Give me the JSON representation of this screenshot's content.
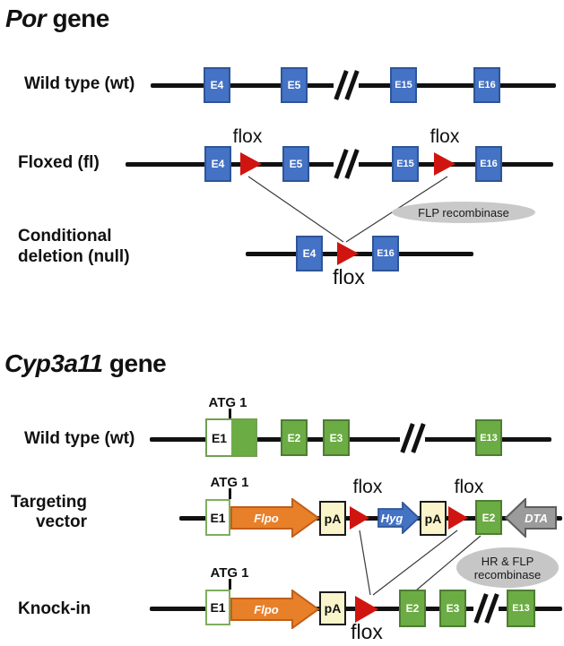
{
  "colors": {
    "exon_blue": "#4472c4",
    "exon_green": "#6cac44",
    "flox_red": "#d01510",
    "flpo_orange": "#e8802a",
    "hyg_blue": "#4472c4",
    "dta_gray": "#9b9b9b",
    "pa_yellow": "#faf4cb",
    "ellipse_gray": "#c9c9c9",
    "line_black": "#111111"
  },
  "por": {
    "title": {
      "italic": "Por",
      "rest": " gene"
    },
    "wt": {
      "label": "Wild type (wt)",
      "e4": "E4",
      "e5": "E5",
      "e15": "E15",
      "e16": "E16"
    },
    "fl": {
      "label": "Floxed (fl)",
      "e4": "E4",
      "e5": "E5",
      "e15": "E15",
      "e16": "E16",
      "flox1": "flox",
      "flox2": "flox"
    },
    "flp": "FLP recombinase",
    "cond": {
      "label1": "Conditional",
      "label2": "deletion (null)",
      "e4": "E4",
      "e16": "E16",
      "flox": "flox"
    }
  },
  "cyp": {
    "title": {
      "italic": "Cyp3a11",
      "rest": " gene"
    },
    "wt": {
      "label": "Wild type (wt)",
      "atg": "ATG 1",
      "e1": "E1",
      "e2": "E2",
      "e3": "E3",
      "e13": "E13"
    },
    "tv": {
      "label1": "Targeting",
      "label2": "vector",
      "atg": "ATG 1",
      "e1": "E1",
      "flpo": "Flpo",
      "pa1": "pA",
      "flox1": "flox",
      "hyg": "Hyg",
      "pa2": "pA",
      "flox2": "flox",
      "e2": "E2",
      "dta": "DTA"
    },
    "hr": {
      "line1": "HR & FLP",
      "line2": "recombinase"
    },
    "ki": {
      "label": "Knock-in",
      "atg": "ATG 1",
      "e1": "E1",
      "flpo": "Flpo",
      "pa": "pA",
      "flox": "flox",
      "e2": "E2",
      "e3": "E3",
      "e13": "E13"
    }
  }
}
